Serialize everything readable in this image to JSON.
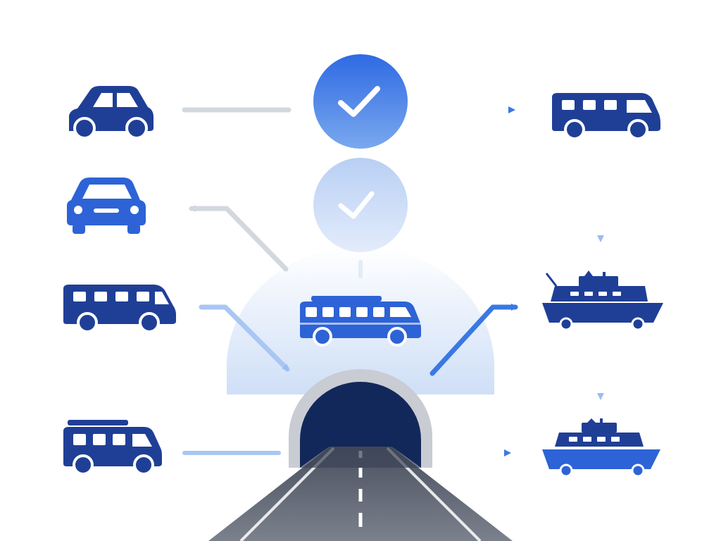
{
  "diagram": {
    "colors": {
      "navy": "#1f3f97",
      "blue": "#2d63d6",
      "accent": "#3a78e3",
      "check_light": "#a9c3f2",
      "arrow_gray": "#d3d8df",
      "tunnel_dark": "#13285a",
      "tunnel_rim": "#c9ccd2",
      "road": "#6c7380"
    },
    "vehicles": [
      {
        "id": "car-1",
        "icon": "car-icon"
      },
      {
        "id": "car-2",
        "icon": "car-icon"
      },
      {
        "id": "van-1",
        "icon": "van-icon"
      },
      {
        "id": "van-2",
        "icon": "van-icon"
      },
      {
        "id": "bus-center",
        "icon": "bus-icon"
      },
      {
        "id": "van-right",
        "icon": "van-icon"
      },
      {
        "id": "ferry-1",
        "icon": "ferry-icon"
      },
      {
        "id": "ferry-2",
        "icon": "ferry-icon"
      }
    ],
    "checkpoints": [
      {
        "id": "check-primary",
        "icon": "checkmark-icon",
        "status": "approved"
      },
      {
        "id": "check-faded",
        "icon": "checkmark-icon",
        "status": "pending"
      }
    ],
    "structures": [
      {
        "id": "tunnel",
        "icon": "tunnel-icon"
      },
      {
        "id": "road",
        "icon": "road-icon"
      }
    ]
  }
}
